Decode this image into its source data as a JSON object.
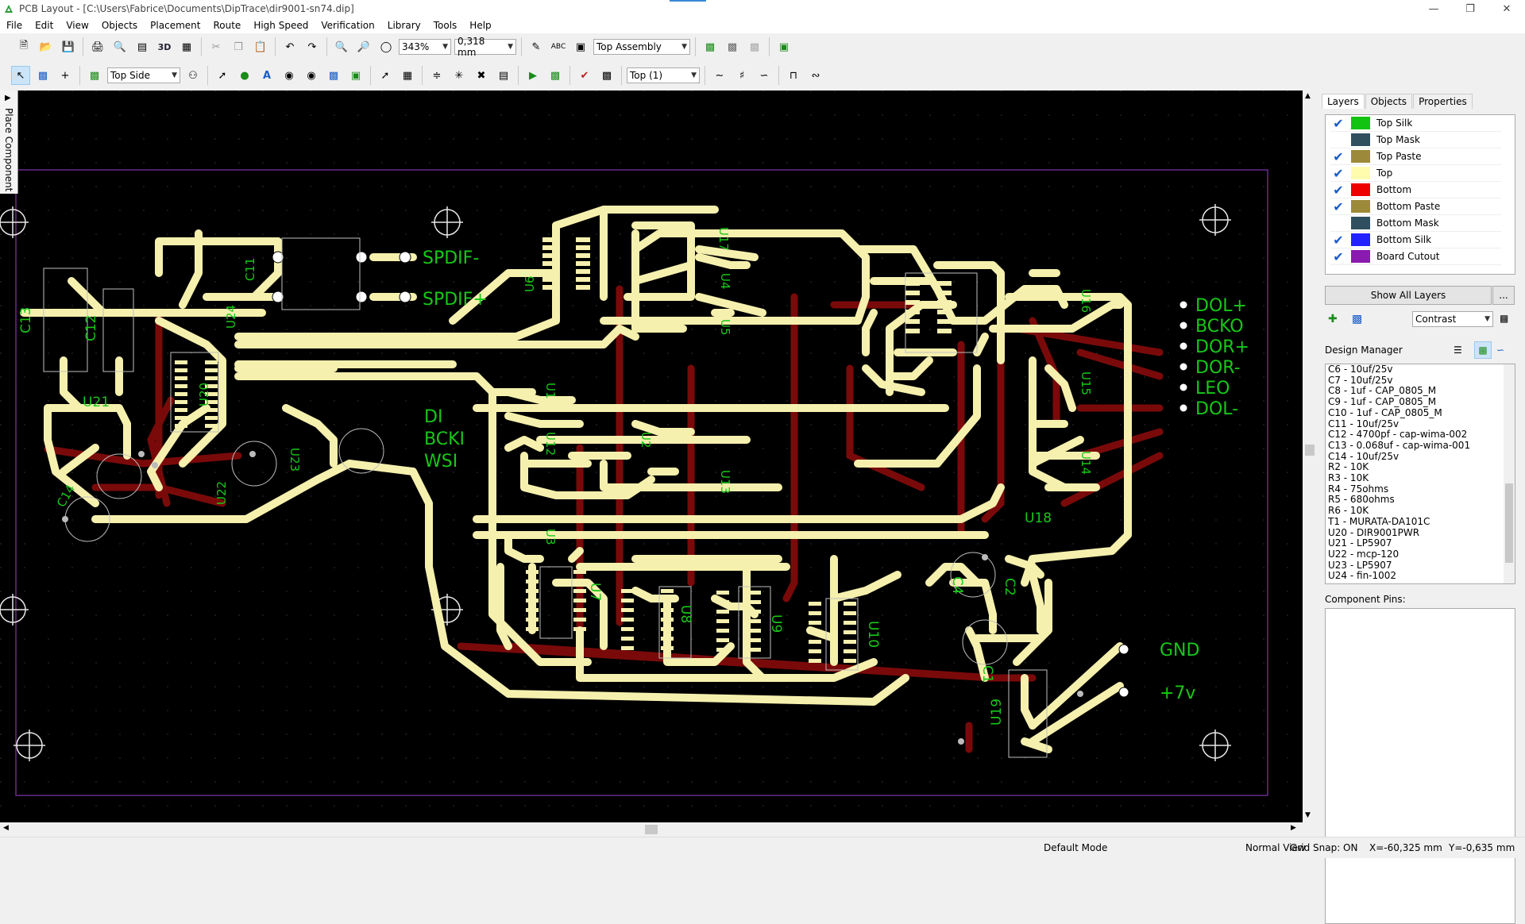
{
  "window": {
    "title": "PCB Layout - [C:\\Users\\Fabrice\\Documents\\DipTrace\\dir9001-sn74.dip]"
  },
  "menu": [
    "File",
    "Edit",
    "View",
    "Objects",
    "Placement",
    "Route",
    "High Speed",
    "Verification",
    "Library",
    "Tools",
    "Help"
  ],
  "toolbar1": {
    "zoom": "343%",
    "grid": "0,318 mm",
    "view": "Top Assembly"
  },
  "toolbar2": {
    "side": "Top Side",
    "layer": "Top (1)"
  },
  "sidetab": {
    "label": "Place Component"
  },
  "panel": {
    "tabs": [
      "Layers",
      "Objects",
      "Properties"
    ],
    "layers": [
      {
        "name": "Top Silk",
        "checked": true,
        "color": "#12c312"
      },
      {
        "name": "Top Mask",
        "checked": false,
        "color": "#2f4f5f"
      },
      {
        "name": "Top Paste",
        "checked": true,
        "color": "#9c8a3a"
      },
      {
        "name": "Top",
        "checked": true,
        "color": "#fffcae"
      },
      {
        "name": "Bottom",
        "checked": true,
        "color": "#ee0000"
      },
      {
        "name": "Bottom Paste",
        "checked": true,
        "color": "#9c8a3a"
      },
      {
        "name": "Bottom Mask",
        "checked": false,
        "color": "#2f4f5f"
      },
      {
        "name": "Bottom Silk",
        "checked": true,
        "color": "#2222ff"
      },
      {
        "name": "Board Cutout",
        "checked": true,
        "color": "#8a1ab0"
      }
    ],
    "show_all": "Show All Layers",
    "more": "...",
    "contrast": "Contrast",
    "design_manager": "Design Manager",
    "components": [
      "C6 - 10uf/25v",
      "C7 - 10uf/25v",
      "C8 - 1uf - CAP_0805_M",
      "C9 - 1uf - CAP_0805_M",
      "C10 - 1uf - CAP_0805_M",
      "C11 - 10uf/25v",
      "C12 - 4700pf - cap-wima-002",
      "C13 - 0.068uf - cap-wima-001",
      "C14 - 10uf/25v",
      "R2 - 10K",
      "R3 - 10K",
      "R4 - 75ohms",
      "R5 - 680ohms",
      "R6 - 10K",
      "T1 - MURATA-DA101C",
      "U20 - DIR9001PWR",
      "U21 - LP5907",
      "U22 - mcp-120",
      "U23 - LP5907",
      "U24 - fin-1002"
    ],
    "component_pins": "Component Pins:"
  },
  "status": {
    "mode": "Default Mode",
    "view": "Normal View",
    "snap": "Grid Snap: ON",
    "x": "X=-60,325 mm",
    "y": "Y=-0,635 mm"
  },
  "board": {
    "net_labels_right": [
      "DOL+",
      "BCKO",
      "DOR+",
      "DOR-",
      "LEO",
      "DOL-"
    ],
    "net_labels_top": [
      "SPDIF-",
      "SPDIF+"
    ],
    "net_labels_mid": [
      "DI",
      "BCKI",
      "WSI"
    ],
    "net_labels_power": [
      "GND",
      "+7v"
    ],
    "refdes": [
      "C13",
      "C12",
      "U24",
      "U20",
      "U21",
      "U23",
      "U22",
      "C14",
      "C11",
      "U6",
      "U17",
      "U4",
      "U5",
      "U3",
      "U1",
      "U2",
      "U12",
      "U13",
      "U7",
      "U8",
      "U9",
      "U10",
      "U16",
      "U15",
      "U14",
      "U18",
      "C4",
      "C2",
      "C1",
      "U19"
    ]
  }
}
